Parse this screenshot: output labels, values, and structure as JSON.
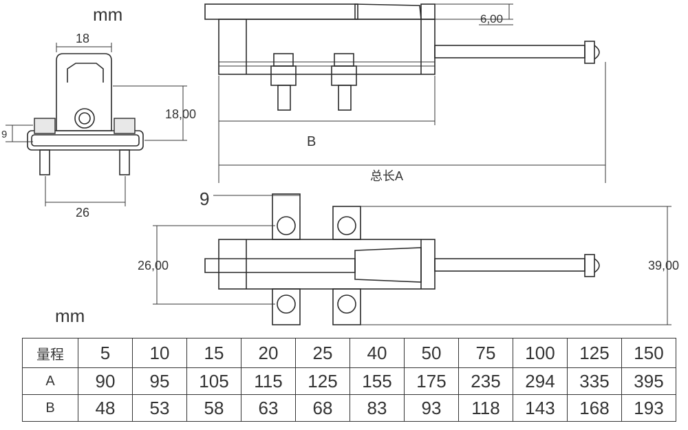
{
  "units": {
    "top": "mm",
    "bottom": "mm"
  },
  "dimensions": {
    "width_top": "18",
    "height_side": "18,00",
    "small_height": "9",
    "width_base": "26",
    "thickness": "6,00",
    "length_b": "B",
    "length_total": "总长A",
    "offset_bottom": "9",
    "width_bottom": "26,00",
    "height_bottom": "39,00"
  },
  "table": {
    "headers": [
      "量程",
      "5",
      "10",
      "15",
      "20",
      "25",
      "40",
      "50",
      "75",
      "100",
      "125",
      "150"
    ],
    "rows": [
      {
        "label": "A",
        "values": [
          "90",
          "95",
          "105",
          "115",
          "125",
          "155",
          "175",
          "235",
          "294",
          "335",
          "395"
        ]
      },
      {
        "label": "B",
        "values": [
          "48",
          "53",
          "58",
          "63",
          "68",
          "83",
          "93",
          "118",
          "143",
          "168",
          "193"
        ]
      }
    ]
  }
}
